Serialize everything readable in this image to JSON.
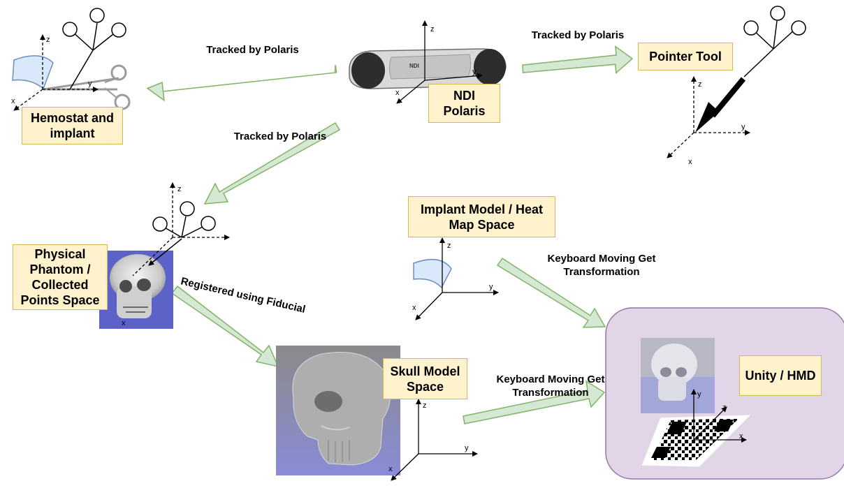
{
  "labels": {
    "hemostat": "Hemostat and\nimplant",
    "ndi": "NDI\nPolaris",
    "pointer": "Pointer Tool",
    "phantom": "Physical\nPhantom /\nCollected\nPoints Space",
    "implant_model": "Implant Model / Heat\nMap Space",
    "skull_model": "Skull Model\nSpace",
    "unity": "Unity / HMD"
  },
  "edges": {
    "tracked_left": "Tracked by Polaris",
    "tracked_right": "Tracked by Polaris",
    "tracked_down": "Tracked by Polaris",
    "registered": "Registered using Fiducial",
    "keyboard_top": "Keyboard Moving Get\nTransformation",
    "keyboard_bottom": "Keyboard Moving Get\nTransformation"
  },
  "axes": {
    "x": "x",
    "y": "y",
    "z": "z"
  },
  "device_text": {
    "brand": "NDI"
  },
  "colors": {
    "label_fill": "#fff2cc",
    "label_border": "#d6b656",
    "arrow_fill": "#d5e8d4",
    "arrow_stroke": "#82b366",
    "hmd_fill": "#e1d5e7",
    "hmd_stroke": "#9673a6",
    "implant_fill": "#dae8fc",
    "implant_stroke": "#6c8ebf",
    "skull_bg": "#7b7fc9"
  }
}
